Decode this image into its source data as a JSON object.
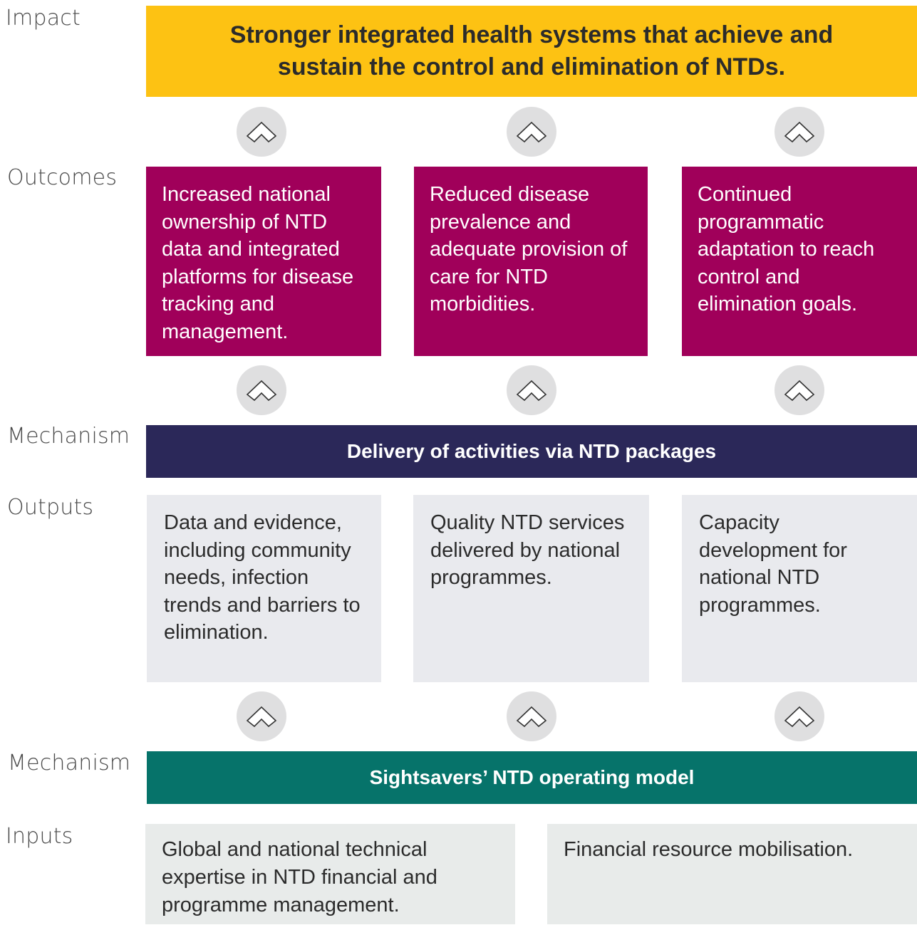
{
  "labels": {
    "impact": "Impact",
    "outcomes": "Outcomes",
    "mechanism_1": "Mechanism",
    "outputs": "Outputs",
    "mechanism_2": "Mechanism",
    "inputs": "Inputs"
  },
  "impact": {
    "line1": "Stronger integrated health systems that achieve and",
    "line2": "sustain the control and elimination of NTDs."
  },
  "outcomes": [
    "Increased national ownership of NTD data and integrated platforms for disease tracking and management.",
    "Reduced disease prevalence and adequate provision of care for NTD morbidities.",
    "Continued programmatic adaptation to reach control and elimination goals."
  ],
  "mechanism_1": "Delivery of activities via NTD packages",
  "outputs": [
    "Data and evidence, including community needs, infection trends and barriers to elimination.",
    "Quality NTD services delivered by national programmes.",
    "Capacity development for national NTD programmes."
  ],
  "mechanism_2": "Sightsavers’ NTD operating model",
  "inputs": [
    "Global and national technical expertise in NTD financial and programme management.",
    "Financial resource mobilisation."
  ],
  "arrow_icon": "chevron-up-icon",
  "colors": {
    "impact": "#fdc213",
    "outcomes": "#a0005a",
    "mechanism_1": "#2b2859",
    "outputs": "#e9eaee",
    "mechanism_2": "#06736a",
    "inputs": "#e8ebea",
    "arrow_circle": "#dfdfe0"
  }
}
